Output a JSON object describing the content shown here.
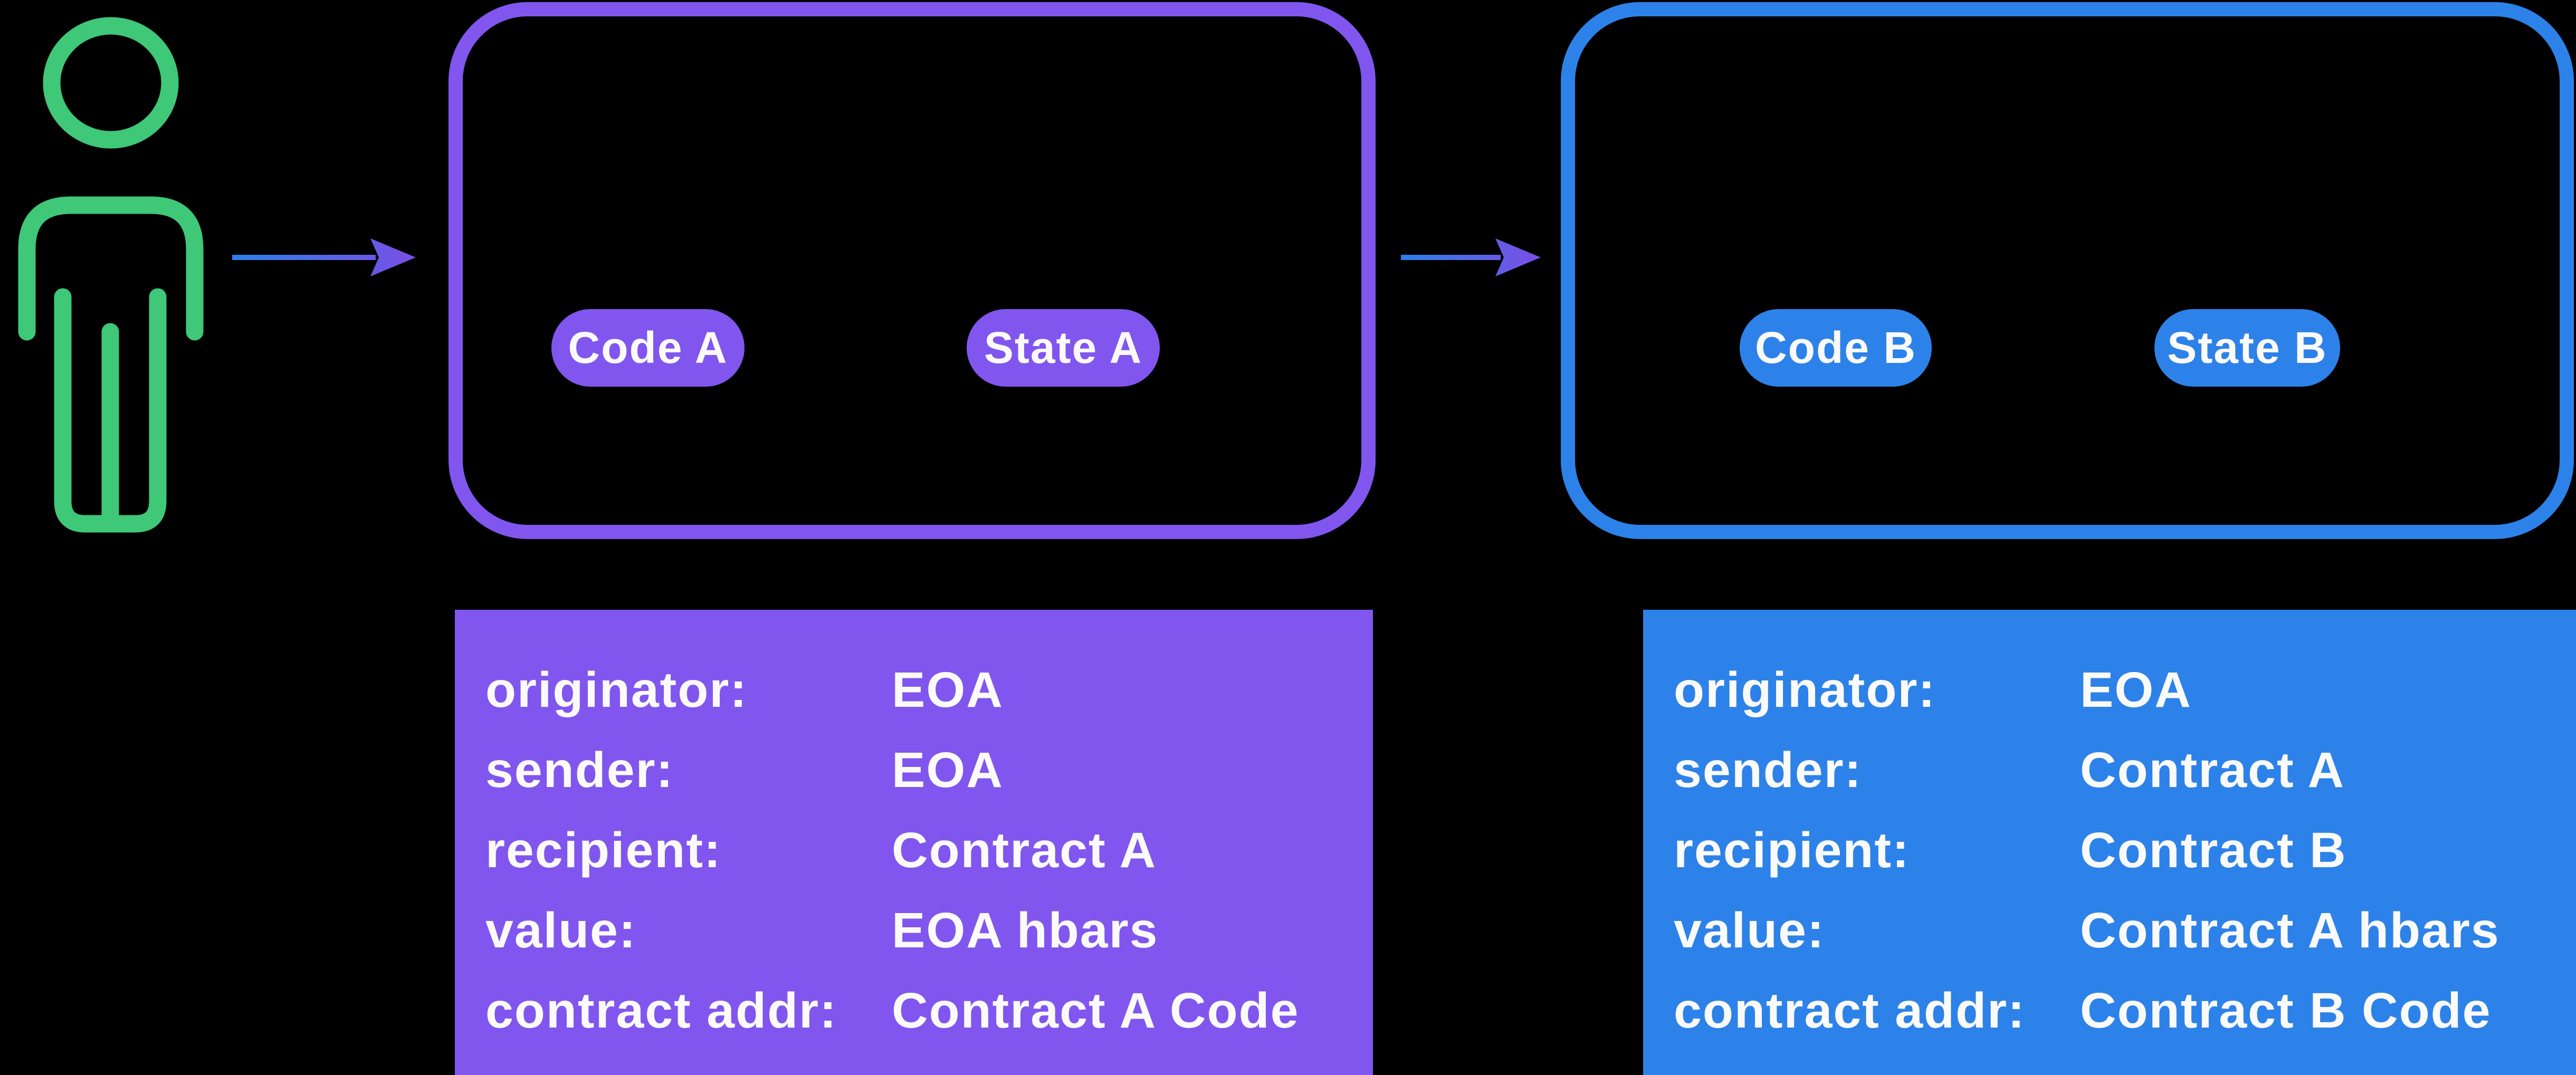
{
  "colors": {
    "purple": "#8156ee",
    "blue": "#2d82e9",
    "green": "#3ec878",
    "text": "#fafafa",
    "bg": "#000000",
    "arrow_from": "#2c7ee9",
    "arrow_to": "#7a4ee6"
  },
  "actor": {
    "icon": "person-icon",
    "description": "EOA user figure"
  },
  "boxes": [
    {
      "id": "contract-a",
      "pills": [
        "Code A",
        "State A"
      ]
    },
    {
      "id": "contract-b",
      "pills": [
        "Code B",
        "State B"
      ]
    }
  ],
  "panels": [
    {
      "id": "transaction-a",
      "rows": [
        {
          "label": "originator:",
          "value": "EOA"
        },
        {
          "label": "sender:",
          "value": "EOA"
        },
        {
          "label": "recipient:",
          "value": "Contract A"
        },
        {
          "label": "value:",
          "value": "EOA hbars"
        },
        {
          "label": "contract addr:",
          "value": "Contract A Code"
        }
      ]
    },
    {
      "id": "transaction-b",
      "rows": [
        {
          "label": "originator:",
          "value": "EOA"
        },
        {
          "label": "sender:",
          "value": "Contract A"
        },
        {
          "label": "recipient:",
          "value": "Contract B"
        },
        {
          "label": "value:",
          "value": "Contract A hbars"
        },
        {
          "label": "contract addr:",
          "value": "Contract B Code"
        }
      ]
    }
  ]
}
